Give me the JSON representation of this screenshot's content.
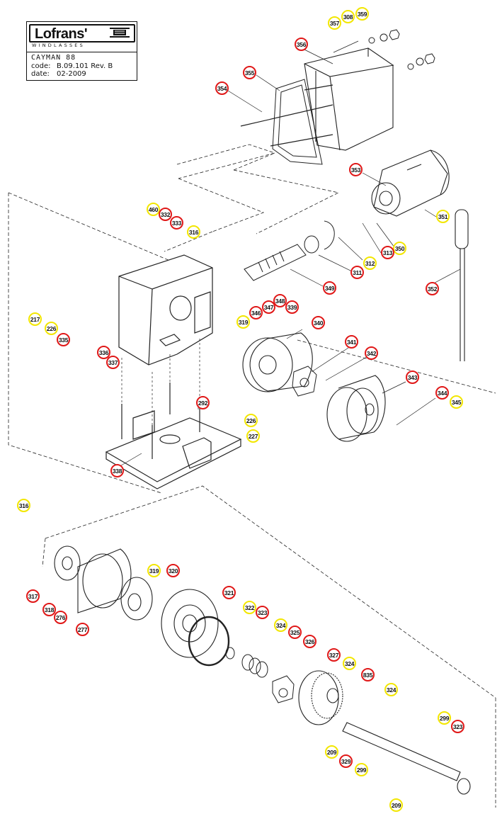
{
  "title_block": {
    "brand": "Lofrans'",
    "tagline": "WINDLASSES",
    "model": "CAYMAN 88",
    "code_label": "code:",
    "code_value": "B.09.101 Rev. B",
    "date_label": "date:",
    "date_value": "02-2009"
  },
  "callouts": [
    {
      "label": "359",
      "color": "yellow"
    },
    {
      "label": "308",
      "color": "yellow"
    },
    {
      "label": "357",
      "color": "yellow"
    },
    {
      "label": "356",
      "color": "red"
    },
    {
      "label": "355",
      "color": "red"
    },
    {
      "label": "354",
      "color": "red"
    },
    {
      "label": "353",
      "color": "red"
    },
    {
      "label": "351",
      "color": "yellow"
    },
    {
      "label": "350",
      "color": "yellow"
    },
    {
      "label": "313",
      "color": "red"
    },
    {
      "label": "312",
      "color": "yellow"
    },
    {
      "label": "311",
      "color": "red"
    },
    {
      "label": "349",
      "color": "red"
    },
    {
      "label": "352",
      "color": "red"
    },
    {
      "label": "460",
      "color": "yellow"
    },
    {
      "label": "332",
      "color": "red"
    },
    {
      "label": "333",
      "color": "red"
    },
    {
      "label": "316",
      "color": "yellow"
    },
    {
      "label": "348",
      "color": "red"
    },
    {
      "label": "347",
      "color": "red"
    },
    {
      "label": "346",
      "color": "red"
    },
    {
      "label": "339",
      "color": "red"
    },
    {
      "label": "319",
      "color": "yellow"
    },
    {
      "label": "340",
      "color": "red"
    },
    {
      "label": "341",
      "color": "red"
    },
    {
      "label": "342",
      "color": "red"
    },
    {
      "label": "343",
      "color": "red"
    },
    {
      "label": "344",
      "color": "red"
    },
    {
      "label": "345",
      "color": "yellow"
    },
    {
      "label": "217",
      "color": "yellow"
    },
    {
      "label": "226",
      "color": "yellow"
    },
    {
      "label": "335",
      "color": "red"
    },
    {
      "label": "336",
      "color": "red"
    },
    {
      "label": "337",
      "color": "red"
    },
    {
      "label": "292",
      "color": "red"
    },
    {
      "label": "226",
      "color": "yellow"
    },
    {
      "label": "227",
      "color": "yellow"
    },
    {
      "label": "338",
      "color": "red"
    },
    {
      "label": "316",
      "color": "yellow"
    },
    {
      "label": "317",
      "color": "red"
    },
    {
      "label": "318",
      "color": "red"
    },
    {
      "label": "276",
      "color": "red"
    },
    {
      "label": "277",
      "color": "red"
    },
    {
      "label": "319",
      "color": "yellow"
    },
    {
      "label": "320",
      "color": "red"
    },
    {
      "label": "321",
      "color": "red"
    },
    {
      "label": "322",
      "color": "yellow"
    },
    {
      "label": "323",
      "color": "red"
    },
    {
      "label": "324",
      "color": "yellow"
    },
    {
      "label": "325",
      "color": "red"
    },
    {
      "label": "326",
      "color": "red"
    },
    {
      "label": "327",
      "color": "red"
    },
    {
      "label": "324",
      "color": "yellow"
    },
    {
      "label": "835",
      "color": "red"
    },
    {
      "label": "324",
      "color": "yellow"
    },
    {
      "label": "299",
      "color": "yellow"
    },
    {
      "label": "323",
      "color": "red"
    },
    {
      "label": "209",
      "color": "yellow"
    },
    {
      "label": "329",
      "color": "red"
    },
    {
      "label": "299",
      "color": "yellow"
    },
    {
      "label": "209",
      "color": "yellow"
    }
  ]
}
